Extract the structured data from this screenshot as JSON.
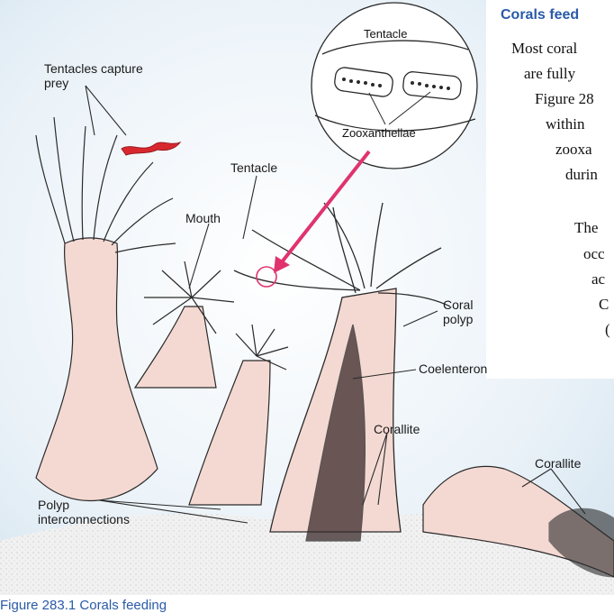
{
  "heading": "Corals feed",
  "body_lines": [
    "Most coral",
    "are fully",
    "Figure 28",
    "within",
    "zooxa",
    "durin",
    "The",
    "occ",
    "ac",
    "C",
    "("
  ],
  "labels": {
    "tentacles_capture_prey": [
      "Tentacles capture",
      "prey"
    ],
    "mouth": "Mouth",
    "tentacle": "Tentacle",
    "coral_polyp": [
      "Coral",
      "polyp"
    ],
    "coelenteron": "Coelenteron",
    "corallite_center": "Corallite",
    "corallite_right": "Corallite",
    "polyp_interconnections": [
      "Polyp",
      "interconnections"
    ]
  },
  "inset": {
    "tentacle": "Tentacle",
    "zooxanthellae": "Zooxanthellae"
  },
  "caption": "Figure 283.1 Corals feeding",
  "colors": {
    "panel": "#e6f0f7",
    "polyp_fill": "#f4d9d3",
    "arrow": "#e0336e",
    "heading": "#2a5aa8",
    "prey": "#d8282f"
  }
}
